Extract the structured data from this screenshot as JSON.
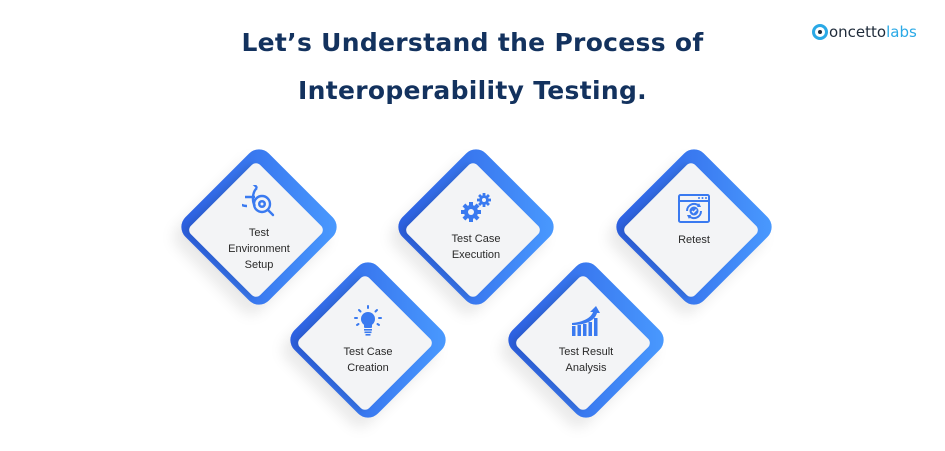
{
  "header": {
    "title_line1": "Let’s Understand the Process of",
    "title_line2": "Interoperability Testing."
  },
  "logo": {
    "text_main": "oncetto",
    "text_accent": "labs",
    "accent_color": "#2aa9e6"
  },
  "colors": {
    "title": "#13325e",
    "diamond_border_light": "#4a9bff",
    "diamond_border_dark": "#2c5fe0",
    "diamond_fill": "#f3f4f6",
    "icon": "#3a7af0"
  },
  "steps": [
    {
      "label": "Test\nEnvironment\nSetup",
      "icon": "globe-search-gear-icon"
    },
    {
      "label": "Test Case\nCreation",
      "icon": "lightbulb-icon"
    },
    {
      "label": "Test Case\nExecution",
      "icon": "gears-icon"
    },
    {
      "label": "Test Result\nAnalysis",
      "icon": "bar-chart-growth-icon"
    },
    {
      "label": "Retest",
      "icon": "browser-refresh-check-icon"
    }
  ]
}
